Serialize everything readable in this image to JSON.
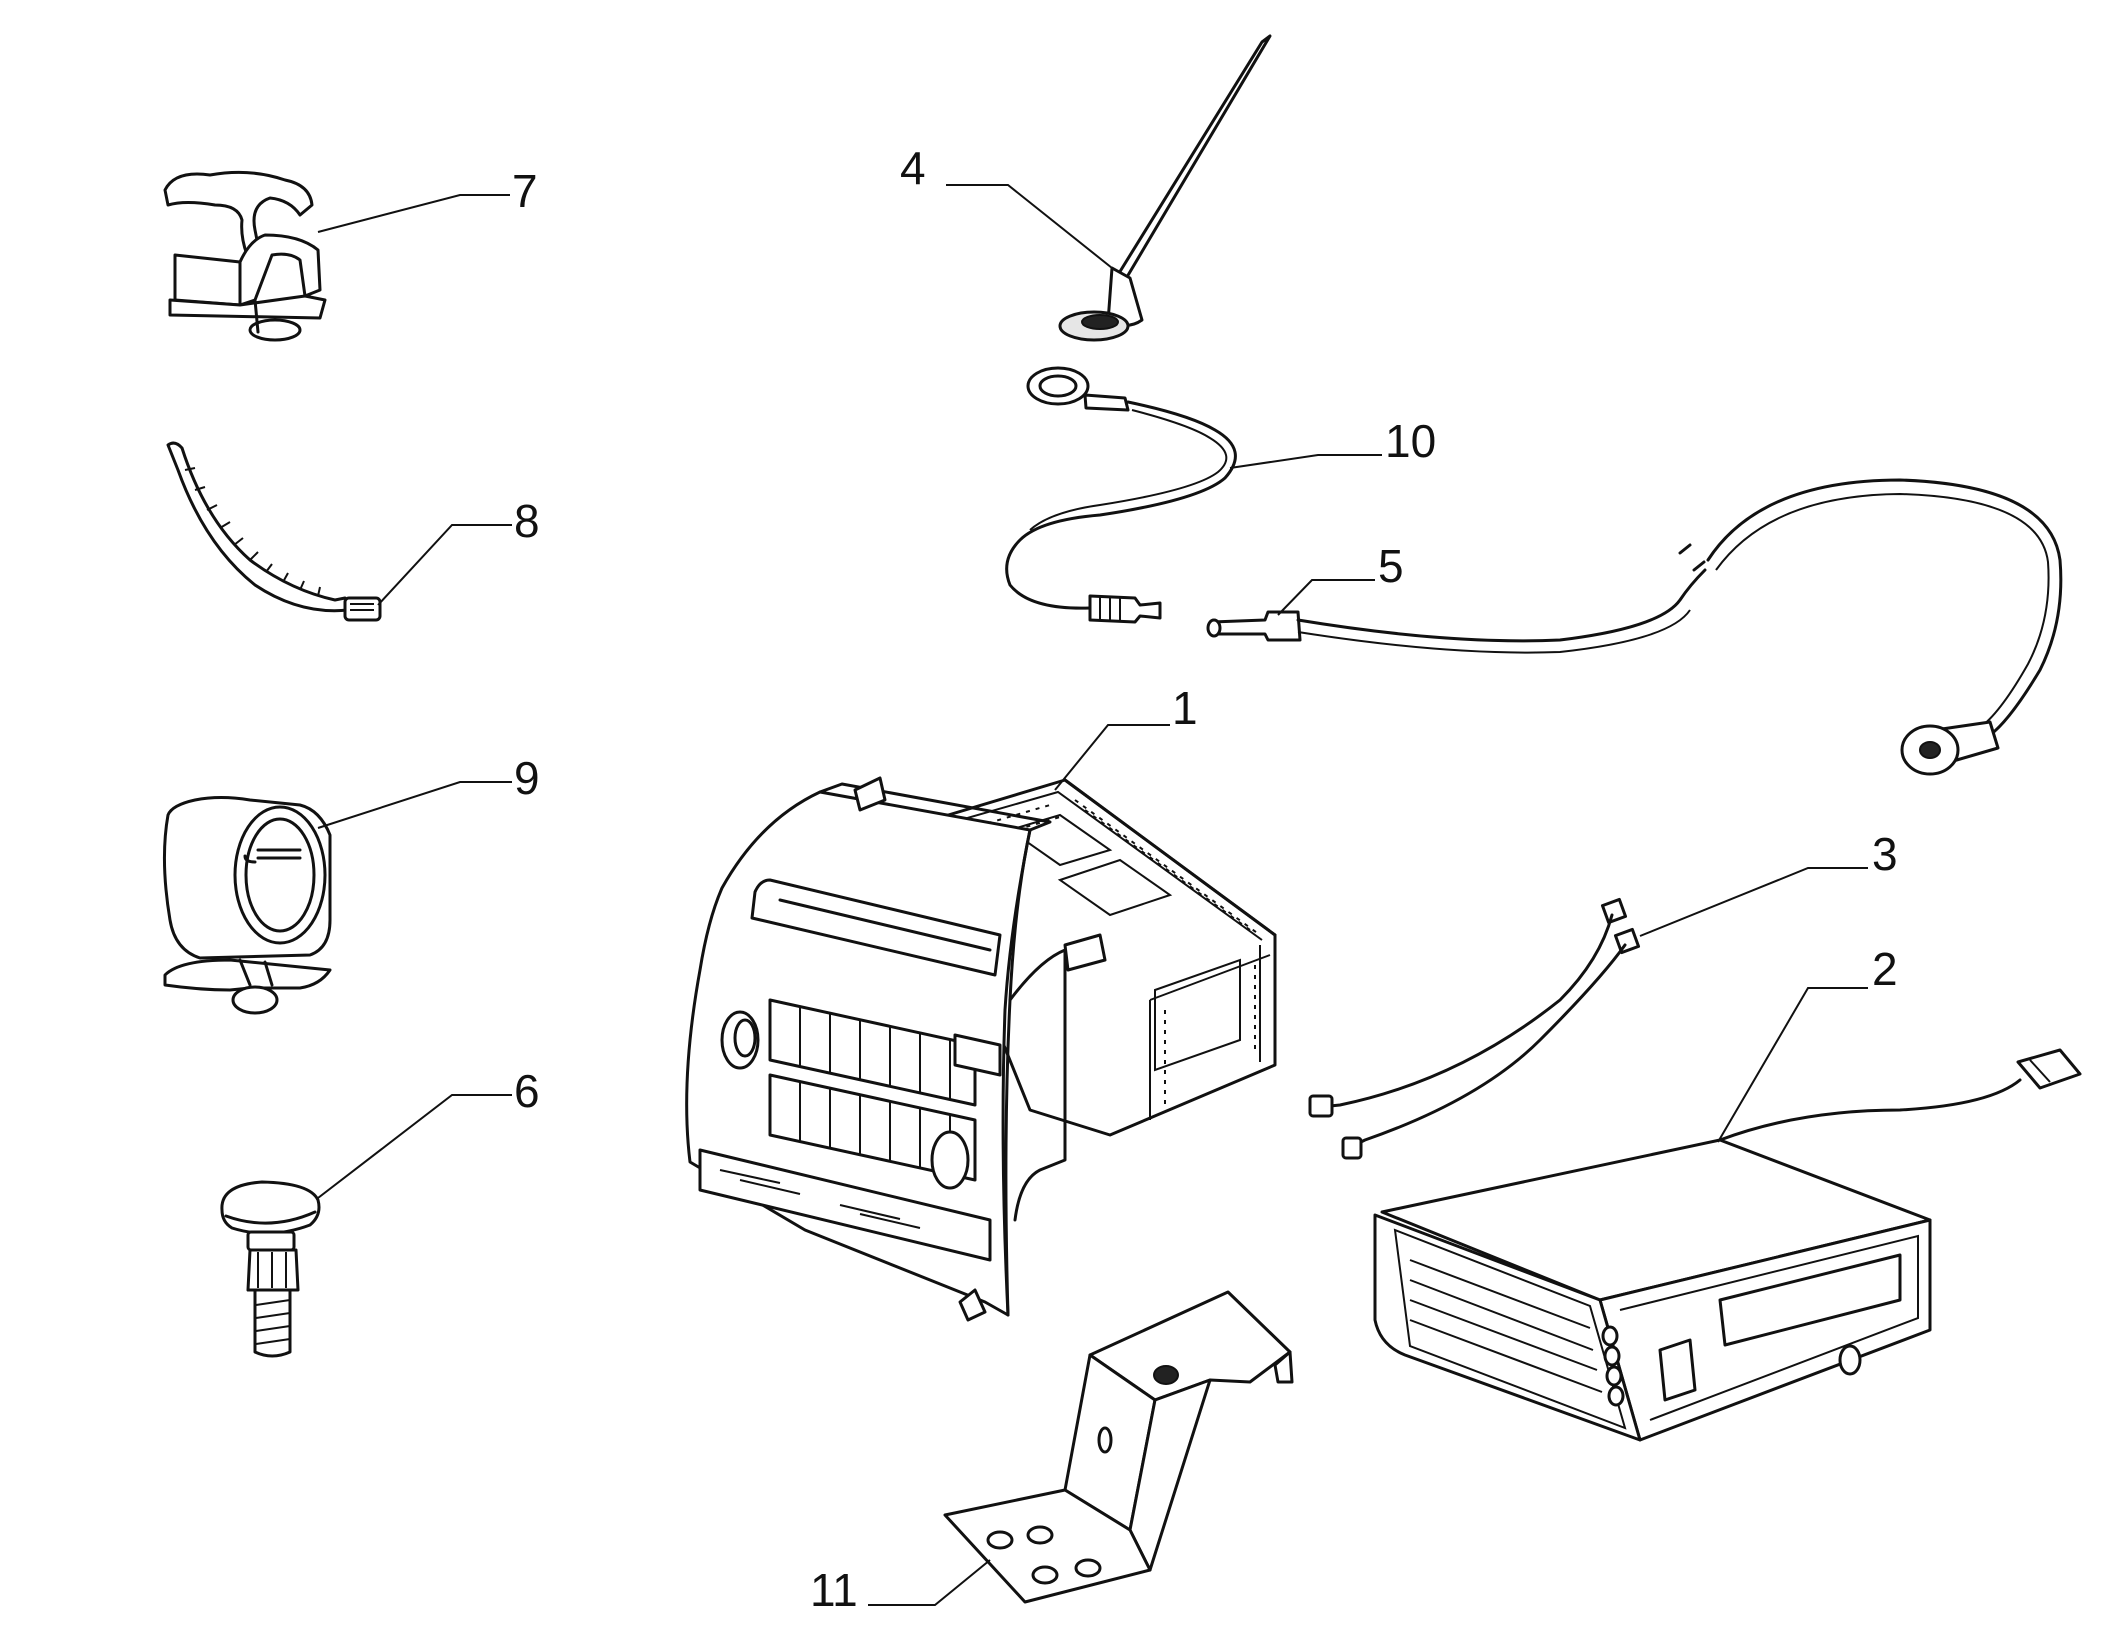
{
  "callouts": {
    "c1": "1",
    "c2": "2",
    "c3": "3",
    "c4": "4",
    "c5": "5",
    "c6": "6",
    "c7": "7",
    "c8": "8",
    "c9": "9",
    "c10": "10",
    "c11": "11"
  },
  "parts": [
    "radio-head-unit",
    "navigation-unit",
    "wiring-harness",
    "antenna-mast",
    "antenna-extension-cable",
    "mounting-knob",
    "cable-clip",
    "cable-tie",
    "hose-clip",
    "antenna-cable",
    "mounting-bracket"
  ]
}
